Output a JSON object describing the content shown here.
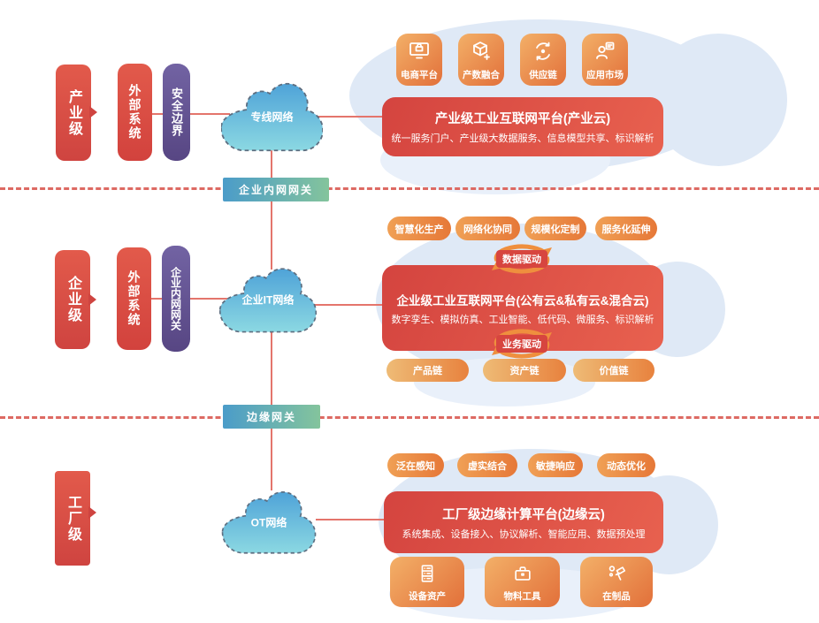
{
  "colors": {
    "banner_red": "#d9453f",
    "pill_orange": "#e8823e",
    "pill_purple": "#5a4884",
    "cloud_blue": "#55a8da",
    "gateway_blue_green": "#4b9cc9 → #84c49c",
    "connector_red": "#e4756c",
    "divider_dashed_red": "#dd6a63",
    "backdrop_blue": "#dfe9f6"
  },
  "gateways": {
    "intranet": "企业内网网关",
    "edge": "边缘网关"
  },
  "levels": {
    "industry": {
      "level_label": "产业级",
      "external_system": "外部系统",
      "boundary": "安全边界",
      "network": "专线网络",
      "icons": [
        {
          "icon": "ecommerce-platform-icon",
          "label": "电商平台"
        },
        {
          "icon": "industry-data-fusion-icon",
          "label": "产数融合"
        },
        {
          "icon": "supply-chain-icon",
          "label": "供应链"
        },
        {
          "icon": "app-market-icon",
          "label": "应用市场"
        }
      ],
      "platform": {
        "title": "产业级工业互联网平台(产业云)",
        "subtitle": "统一服务门户、产业级大数据服务、信息模型共享、标识解析"
      }
    },
    "enterprise": {
      "level_label": "企业级",
      "external_system": "外部系统",
      "boundary": "企业内网网关",
      "network": "企业IT网络",
      "top_pills": [
        "智慧化生产",
        "网络化协同",
        "规模化定制",
        "服务化延伸"
      ],
      "data_driven": "数据驱动",
      "business_driven": "业务驱动",
      "platform": {
        "title": "企业级工业互联网平台(公有云&私有云&混合云)",
        "subtitle": "数字孪生、模拟仿真、工业智能、低代码、微服务、标识解析"
      },
      "bottom_pills": [
        "产品链",
        "资产链",
        "价值链"
      ]
    },
    "factory": {
      "level_label": "工厂级",
      "network": "OT网络",
      "top_pills": [
        "泛在感知",
        "虚实结合",
        "敏捷响应",
        "动态优化"
      ],
      "platform": {
        "title": "工厂级边缘计算平台(边缘云)",
        "subtitle": "系统集成、设备接入、协议解析、智能应用、数据预处理"
      },
      "icons": [
        {
          "icon": "device-assets-icon",
          "label": "设备资产"
        },
        {
          "icon": "material-tools-icon",
          "label": "物料工具"
        },
        {
          "icon": "work-in-progress-icon",
          "label": "在制品"
        }
      ]
    }
  }
}
